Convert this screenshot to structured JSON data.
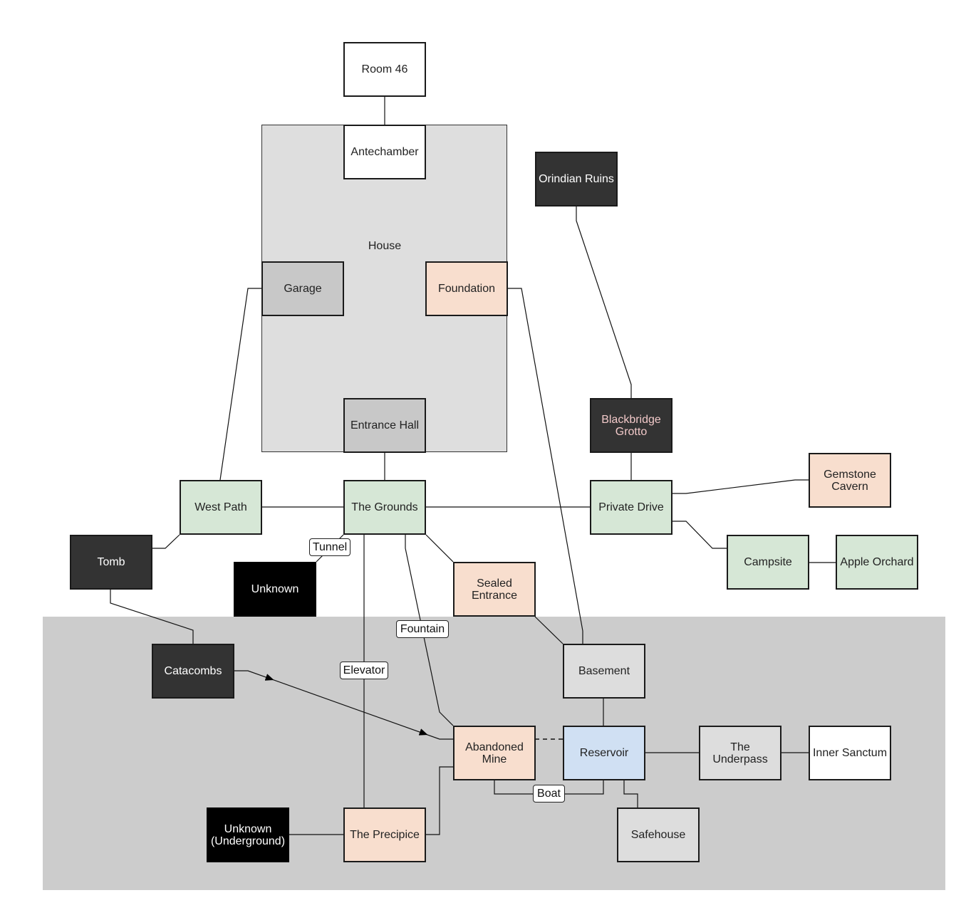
{
  "regions": {
    "house": "House"
  },
  "colors": {
    "white": "#ffffff",
    "green": "#d6e7d6",
    "peach": "#f8dece",
    "gray": "#c8c8c8",
    "light": "#dddddd",
    "dark": "#333333",
    "black": "#000000",
    "blue": "#d0e0f3",
    "house_region": "#dedede",
    "underground_region": "#cccccc"
  },
  "nodes": {
    "room46": {
      "label": "Room 46",
      "color": "white"
    },
    "antechamber": {
      "label": "Antechamber",
      "color": "white"
    },
    "garage": {
      "label": "Garage",
      "color": "gray"
    },
    "foundation": {
      "label": "Foundation",
      "color": "peach"
    },
    "entrance_hall": {
      "label": "Entrance Hall",
      "color": "gray"
    },
    "orindian_ruins": {
      "label": "Orindian Ruins",
      "color": "dark"
    },
    "blackbridge_grotto": {
      "label": "Blackbridge\nGrotto",
      "color": "dark"
    },
    "gemstone_cavern": {
      "label": "Gemstone\nCavern",
      "color": "peach"
    },
    "west_path": {
      "label": "West Path",
      "color": "green"
    },
    "the_grounds": {
      "label": "The Grounds",
      "color": "green"
    },
    "private_drive": {
      "label": "Private Drive",
      "color": "green"
    },
    "tomb": {
      "label": "Tomb",
      "color": "dark"
    },
    "unknown": {
      "label": "Unknown",
      "color": "black"
    },
    "sealed_entrance": {
      "label": "Sealed Entrance",
      "color": "peach"
    },
    "campsite": {
      "label": "Campsite",
      "color": "green"
    },
    "apple_orchard": {
      "label": "Apple Orchard",
      "color": "green"
    },
    "catacombs": {
      "label": "Catacombs",
      "color": "dark"
    },
    "basement": {
      "label": "Basement",
      "color": "light"
    },
    "abandoned_mine": {
      "label": "Abandoned\nMine",
      "color": "peach"
    },
    "reservoir": {
      "label": "Reservoir",
      "color": "blue"
    },
    "the_underpass": {
      "label": "The Underpass",
      "color": "light"
    },
    "inner_sanctum": {
      "label": "Inner Sanctum",
      "color": "white"
    },
    "unknown_underground": {
      "label": "Unknown\n(Underground)",
      "color": "black"
    },
    "the_precipice": {
      "label": "The Precipice",
      "color": "peach"
    },
    "safehouse": {
      "label": "Safehouse",
      "color": "light"
    }
  },
  "edges": [
    {
      "from": "room46",
      "to": "antechamber"
    },
    {
      "from": "entrance_hall",
      "to": "the_grounds"
    },
    {
      "from": "garage",
      "to": "west_path"
    },
    {
      "from": "foundation",
      "to": "basement"
    },
    {
      "from": "orindian_ruins",
      "to": "blackbridge_grotto"
    },
    {
      "from": "blackbridge_grotto",
      "to": "private_drive"
    },
    {
      "from": "west_path",
      "to": "the_grounds"
    },
    {
      "from": "the_grounds",
      "to": "private_drive"
    },
    {
      "from": "private_drive",
      "to": "gemstone_cavern"
    },
    {
      "from": "private_drive",
      "to": "campsite"
    },
    {
      "from": "campsite",
      "to": "apple_orchard"
    },
    {
      "from": "west_path",
      "to": "tomb"
    },
    {
      "from": "the_grounds",
      "to": "unknown",
      "label": "Tunnel"
    },
    {
      "from": "the_grounds",
      "to": "the_precipice",
      "label": "Elevator"
    },
    {
      "from": "the_grounds",
      "to": "abandoned_mine",
      "label": "Fountain"
    },
    {
      "from": "the_grounds",
      "to": "sealed_entrance"
    },
    {
      "from": "sealed_entrance",
      "to": "basement"
    },
    {
      "from": "tomb",
      "to": "catacombs"
    },
    {
      "from": "catacombs",
      "to": "abandoned_mine",
      "arrow": true
    },
    {
      "from": "basement",
      "to": "reservoir"
    },
    {
      "from": "abandoned_mine",
      "to": "reservoir",
      "dashed": true
    },
    {
      "from": "abandoned_mine",
      "to": "reservoir",
      "label": "Boat"
    },
    {
      "from": "reservoir",
      "to": "the_underpass"
    },
    {
      "from": "the_underpass",
      "to": "inner_sanctum"
    },
    {
      "from": "reservoir",
      "to": "safehouse"
    },
    {
      "from": "unknown_underground",
      "to": "the_precipice"
    },
    {
      "from": "the_precipice",
      "to": "abandoned_mine"
    }
  ]
}
